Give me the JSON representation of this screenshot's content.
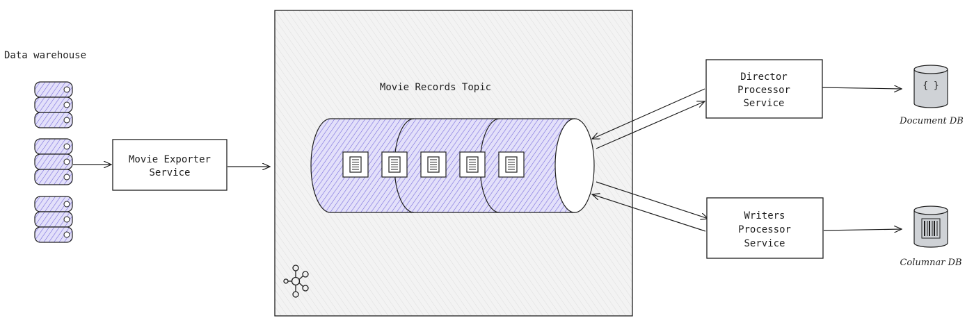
{
  "warehouse": {
    "label": "Data warehouse"
  },
  "exporter": {
    "line1": "Movie Exporter",
    "line2": "Service"
  },
  "kafka": {
    "label": "Movie Records Topic",
    "logo_icon": "kafka-logo-icon",
    "records_count": 5
  },
  "director": {
    "line1": "Director",
    "line2": "Processor",
    "line3": "Service"
  },
  "writers": {
    "line1": "Writers",
    "line2": "Processor",
    "line3": "Service"
  },
  "document_db": {
    "label": "Document DB",
    "icon": "{ }"
  },
  "columnar_db": {
    "label": "Columnar DB",
    "icon": "barcode-icon"
  },
  "colors": {
    "accent": "#7b6fe0",
    "accent_fill": "#d9d5f7",
    "stroke": "#1e1e1e",
    "db_fill": "#cfd2d6",
    "panel": "#f2f2f2"
  }
}
